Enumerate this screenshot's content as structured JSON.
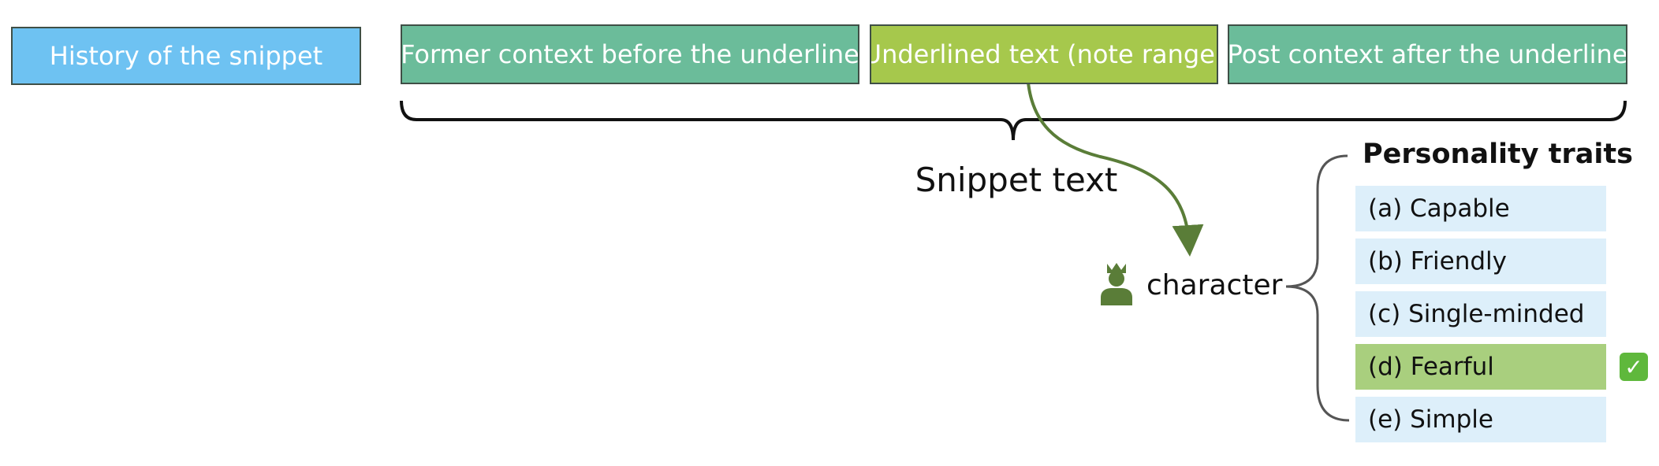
{
  "colors": {
    "history_fill": "#6ec2f2",
    "context_fill": "#6bbc9a",
    "underlined_fill": "#a6c84c",
    "connector": "#5a7d38",
    "option_fill": "#ddeffa",
    "option_selected_fill": "#a9cf7e",
    "bracket": "#555555",
    "check": "#5fb83c"
  },
  "boxes": {
    "history": "History of the snippet",
    "former_context": "Former context before the underline",
    "underlined": "Underlined text (note range)",
    "post_context": "Post context after the underline"
  },
  "labels": {
    "snippet_text": "Snippet text",
    "character": "character",
    "traits_title": "Personality traits"
  },
  "icons": {
    "character": "person-with-crown-icon",
    "check": "check-mark-icon"
  },
  "options": [
    {
      "label": "(a) Capable",
      "selected": false
    },
    {
      "label": "(b) Friendly",
      "selected": false
    },
    {
      "label": "(c) Single-minded",
      "selected": false
    },
    {
      "label": "(d) Fearful",
      "selected": true
    },
    {
      "label": "(e) Simple",
      "selected": false
    }
  ]
}
